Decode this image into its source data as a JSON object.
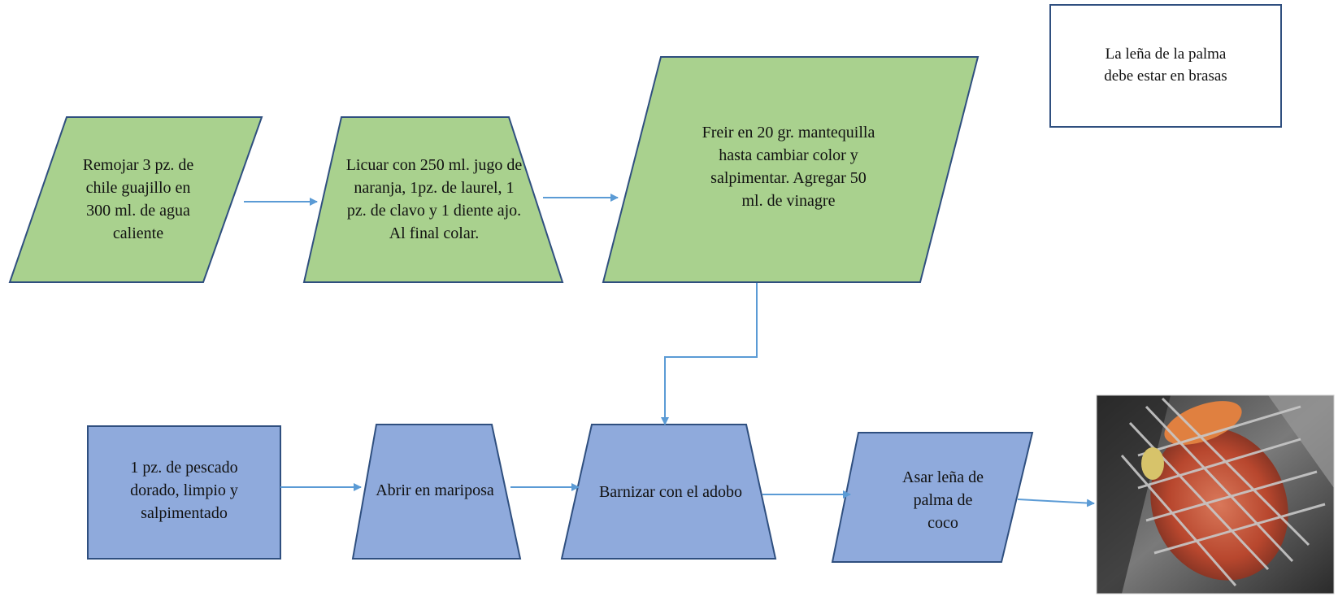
{
  "colors": {
    "green_fill": "#a9d18e",
    "blue_fill": "#8faadc",
    "stroke": "#2f4f7f",
    "arrow": "#5b9bd5"
  },
  "steps": {
    "remojar": "Remojar 3 pz. de\nchile guajillo en\n300 ml. de agua\ncaliente",
    "licuar": "Licuar con 250 ml. jugo de\nnaranja, 1pz. de laurel, 1\npz. de clavo y 1 diente ajo.\nAl final colar.",
    "freir": "Freir en 20 gr. mantequilla\nhasta cambiar color y\nsalpimentar. Agregar 50\nml. de vinagre",
    "note": "La leña de la palma\ndebe estar en brasas",
    "pescado": "1 pz. de pescado\ndorado, limpio y\nsalpimentado",
    "abrir": "Abrir en mariposa",
    "barnizar": "Barnizar con el adobo",
    "asar": "Asar leña de\npalma de\ncoco"
  },
  "photo": {
    "icon": "grilled-fish-photo"
  }
}
